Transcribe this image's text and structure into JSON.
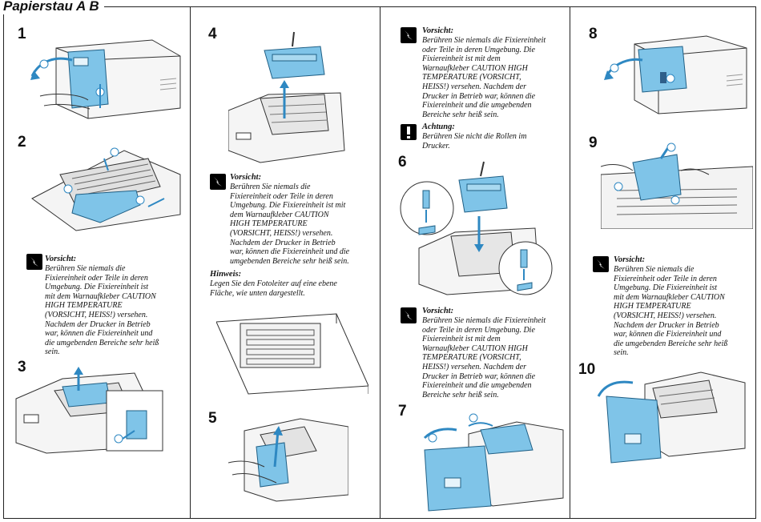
{
  "title": "Papierstau A B",
  "steps": {
    "s1": "1",
    "s2": "2",
    "s3": "3",
    "s4": "4",
    "s5": "5",
    "s6": "6",
    "s7": "7",
    "s8": "8",
    "s9": "9",
    "s10": "10"
  },
  "notes": {
    "col1_head": "Vorsicht:",
    "col1_body": "Berühren Sie niemals die\nFixiereinheit oder Teile in deren\nUmgebung. Die Fixiereinheit ist\nmit dem Warnaufkleber CAUTION\nHIGH TEMPERATURE\n(VORSICHT, HEISS!) versehen.\nNachdem der Drucker in Betrieb\nwar, können die Fixiereinheit und\ndie umgebenden Bereiche sehr heiß\nsein.",
    "col2_head": "Vorsicht:",
    "col2_body": "Berühren Sie niemals die\nFixiereinheit oder Teile in deren\nUmgebung. Die Fixiereinheit ist mit\ndem Warnaufkleber CAUTION\nHIGH TEMPERATURE\n(VORSICHT, HEISS!) versehen.\nNachdem der Drucker in Betrieb\nwar, können die Fixiereinheit und die\numgebenden Bereiche sehr heiß sein.",
    "hinweis_head": "Hinweis:",
    "hinweis_body": "Legen Sie den Fotoleiter auf eine ebene\nFläche, wie unten dargestellt.",
    "col3_head1": "Vorsicht:",
    "col3_body1": "Berühren Sie niemals die Fixiereinheit\noder Teile in deren Umgebung. Die\nFixiereinheit ist mit dem\nWarnaufkleber CAUTION HIGH\nTEMPERATURE (VORSICHT,\nHEISS!) versehen. Nachdem der\nDrucker in Betrieb war, können die\nFixiereinheit und die umgebenden\nBereiche sehr heiß sein.",
    "achtung_head": "Achtung:",
    "achtung_body": "Berühren Sie nicht die Rollen im\nDrucker.",
    "col3_head2": "Vorsicht:",
    "col3_body2": "Berühren Sie niemals die Fixiereinheit\noder Teile in deren Umgebung. Die\nFixiereinheit ist mit dem\nWarnaufkleber CAUTION HIGH\nTEMPERATURE (VORSICHT,\nHEISS!) versehen. Nachdem der\nDrucker in Betrieb war, können die\nFixiereinheit und die umgebenden\nBereiche sehr heiß sein.",
    "col4_head": "Vorsicht:",
    "col4_body": "Berühren Sie niemals die\nFixiereinheit oder Teile in deren\nUmgebung. Die Fixiereinheit ist\nmit dem Warnaufkleber CAUTION\nHIGH TEMPERATURE\n(VORSICHT, HEISS!) versehen.\nNachdem der Drucker in Betrieb\nwar, können die Fixiereinheit und\ndie umgebenden Bereiche sehr heiß\nsein."
  },
  "icons": {
    "warning": "lightning-warning-icon",
    "attention": "exclamation-icon"
  },
  "colors": {
    "accent_blue": "#7fc4e8",
    "line": "#222222"
  }
}
